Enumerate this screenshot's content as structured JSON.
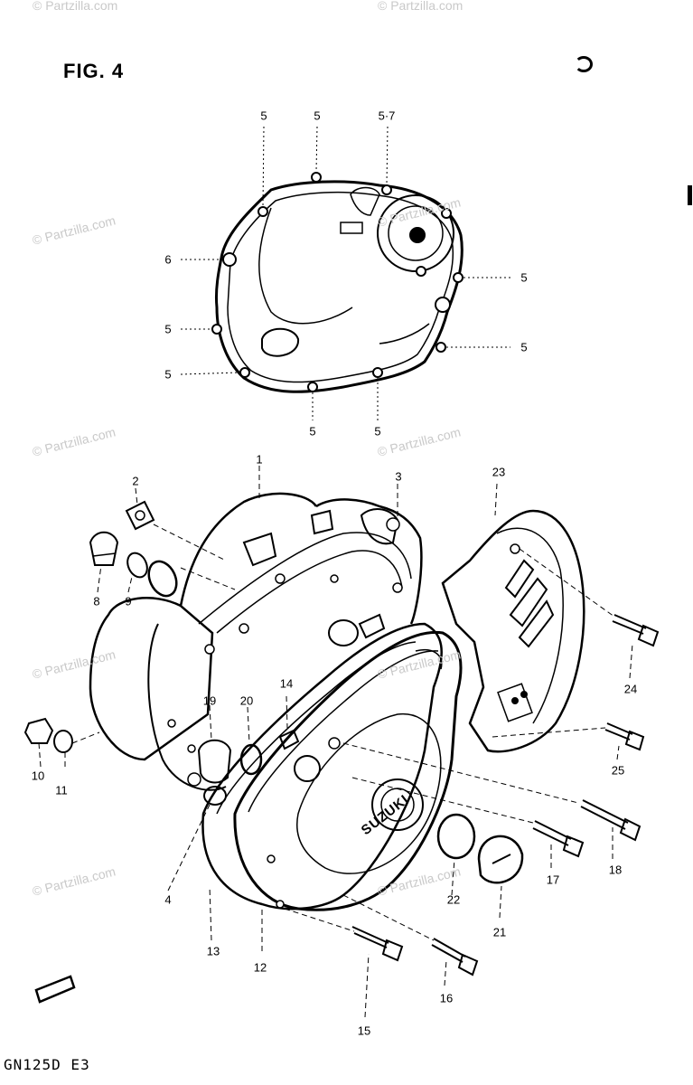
{
  "figure": {
    "title": "FIG. 4",
    "model_code": "GN125D  E3"
  },
  "watermark": "© Partzilla.com",
  "callouts": [
    {
      "id": "c1",
      "label": "1"
    },
    {
      "id": "c2",
      "label": "2"
    },
    {
      "id": "c3",
      "label": "3"
    },
    {
      "id": "c4",
      "label": "4"
    },
    {
      "id": "c5a",
      "label": "5"
    },
    {
      "id": "c5b",
      "label": "5"
    },
    {
      "id": "c57",
      "label": "5·7"
    },
    {
      "id": "c6",
      "label": "6"
    },
    {
      "id": "c5c",
      "label": "5"
    },
    {
      "id": "c5d",
      "label": "5"
    },
    {
      "id": "c5e",
      "label": "5"
    },
    {
      "id": "c5f",
      "label": "5"
    },
    {
      "id": "c5g",
      "label": "5"
    },
    {
      "id": "c5h",
      "label": "5"
    },
    {
      "id": "c8",
      "label": "8"
    },
    {
      "id": "c9",
      "label": "9"
    },
    {
      "id": "c10",
      "label": "10"
    },
    {
      "id": "c11",
      "label": "11"
    },
    {
      "id": "c12",
      "label": "12"
    },
    {
      "id": "c13",
      "label": "13"
    },
    {
      "id": "c14",
      "label": "14"
    },
    {
      "id": "c15",
      "label": "15"
    },
    {
      "id": "c16",
      "label": "16"
    },
    {
      "id": "c17",
      "label": "17"
    },
    {
      "id": "c18",
      "label": "18"
    },
    {
      "id": "c19",
      "label": "19"
    },
    {
      "id": "c20",
      "label": "20"
    },
    {
      "id": "c21",
      "label": "21"
    },
    {
      "id": "c22",
      "label": "22"
    },
    {
      "id": "c23",
      "label": "23"
    },
    {
      "id": "c24",
      "label": "24"
    },
    {
      "id": "c25",
      "label": "25"
    }
  ],
  "cover_logo": "SUZUKI"
}
